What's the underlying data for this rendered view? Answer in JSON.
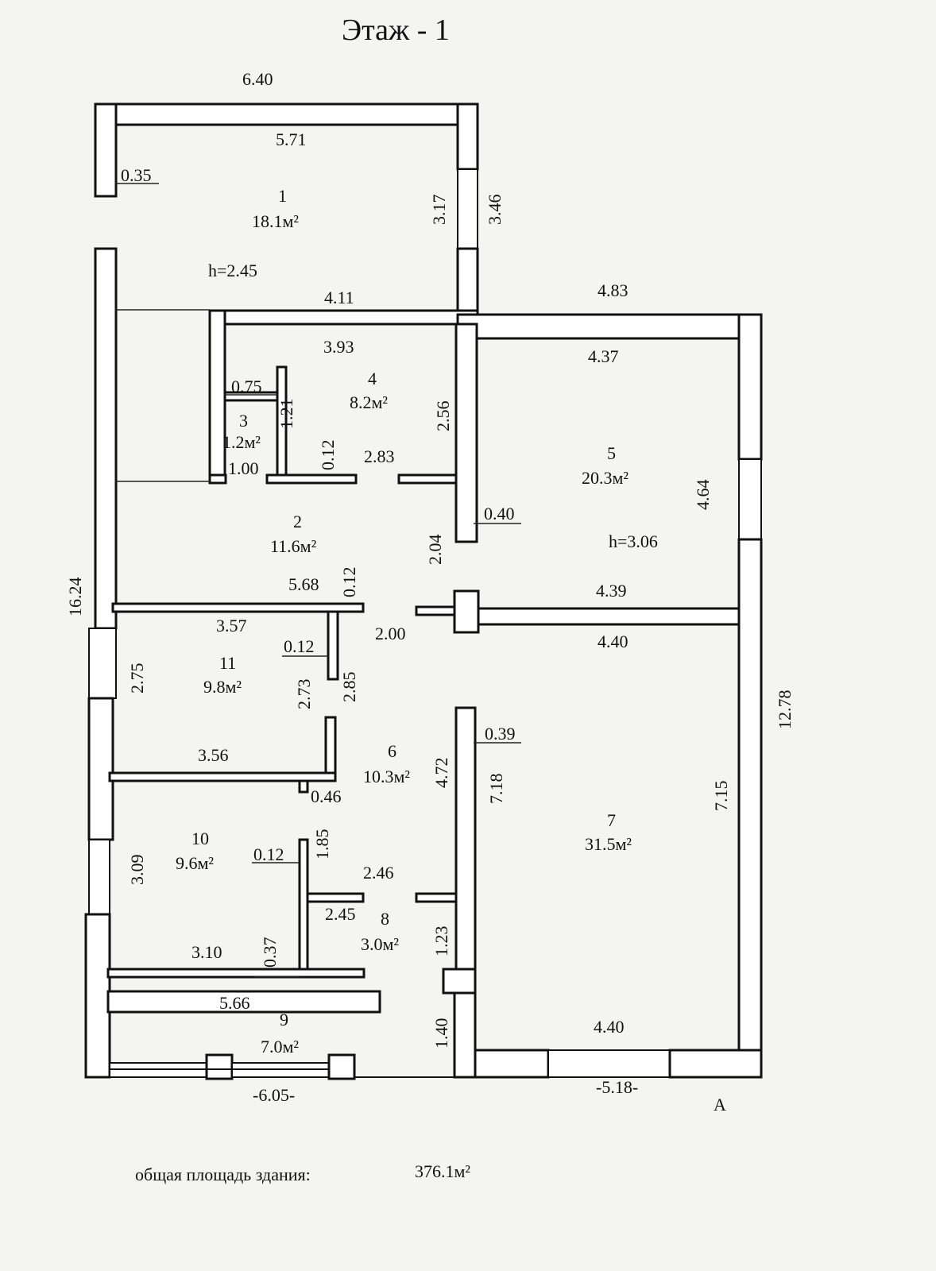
{
  "title": "Этаж  - 1",
  "footer": {
    "label": "общая площадь  здания:",
    "value": "376.1м²"
  },
  "rooms": [
    {
      "num": "1",
      "area": "18.1м²"
    },
    {
      "num": "2",
      "area": "11.6м²"
    },
    {
      "num": "3",
      "area": "1.2м²"
    },
    {
      "num": "4",
      "area": "8.2м²"
    },
    {
      "num": "5",
      "area": "20.3м²"
    },
    {
      "num": "6",
      "area": "10.3м²"
    },
    {
      "num": "7",
      "area": "31.5м²"
    },
    {
      "num": "8",
      "area": "3.0м²"
    },
    {
      "num": "9",
      "area": "7.0м²"
    },
    {
      "num": "10",
      "area": "9.6м²"
    },
    {
      "num": "11",
      "area": "9.8м²"
    }
  ],
  "heights": {
    "room1": "h=2.45",
    "room5": "h=3.06"
  },
  "axis_mark": "A",
  "dims": {
    "d_640": "6.40",
    "d_571": "5.71",
    "d_035": "0.35",
    "d_317": "3.17",
    "d_346": "3.46",
    "d_411": "4.11",
    "d_483": "4.83",
    "d_393": "3.93",
    "d_437": "4.37",
    "d_075": "0.75",
    "d_121": "1.21",
    "d_256": "2.56",
    "d_012a": "0.12",
    "d_283": "2.83",
    "d_100": "1.00",
    "d_040": "0.40",
    "d_464": "4.64",
    "d_204": "2.04",
    "d_012b": "0.12",
    "d_568": "5.68",
    "d_439": "4.39",
    "d_1624": "16.24",
    "d_357": "3.57",
    "d_200": "2.00",
    "d_440a": "4.40",
    "d_012c": "0.12",
    "d_275": "2.75",
    "d_273": "2.73",
    "d_285": "2.85",
    "d_1278": "12.78",
    "d_039": "0.39",
    "d_356": "3.56",
    "d_472": "4.72",
    "d_718": "7.18",
    "d_715": "7.15",
    "d_046": "0.46",
    "d_185": "1.85",
    "d_309": "3.09",
    "d_012d": "0.12",
    "d_246": "2.46",
    "d_245": "2.45",
    "d_123": "1.23",
    "d_037": "0.37",
    "d_310": "3.10",
    "d_566": "5.66",
    "d_140": "1.40",
    "d_440b": "4.40",
    "d_605": "-6.05-",
    "d_518": "-5.18-"
  }
}
